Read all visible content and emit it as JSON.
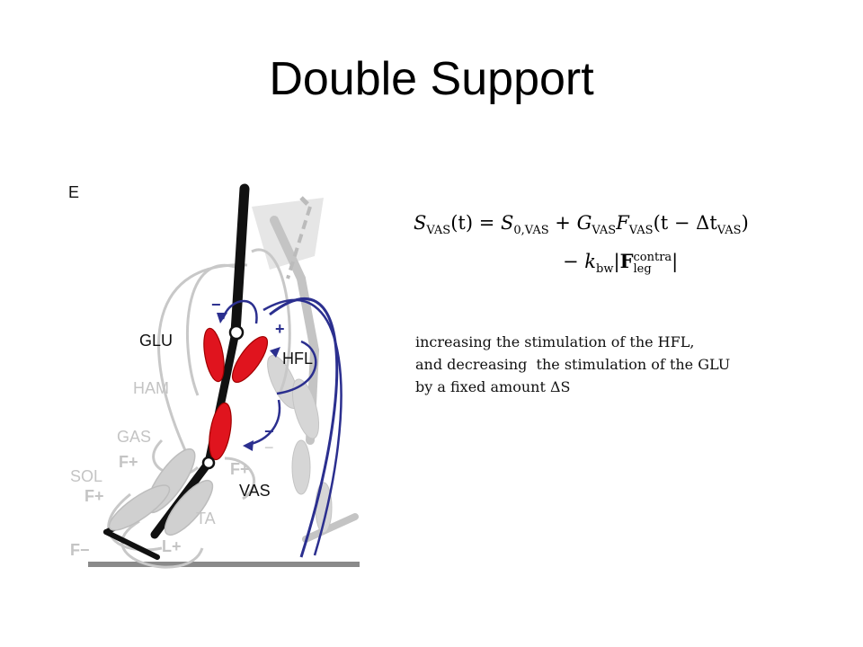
{
  "slide": {
    "title": "Double Support"
  },
  "figure": {
    "panel_label": "E",
    "labels": {
      "glu": "GLU",
      "hfl": "HFL",
      "ham": "HAM",
      "gas": "GAS",
      "sol": "SOL",
      "vas": "VAS",
      "ta": "TA",
      "f_plus_gas": "F+",
      "f_plus_sol": "F+",
      "f_plus_vas": "F+",
      "f_minus": "F−",
      "l_plus": "L+",
      "minus_glu": "−",
      "plus_hfl": "+",
      "minus_vas": "−",
      "minus_vas2": "−"
    },
    "colors": {
      "active_muscle": "#e0141e",
      "inactive": "#c8c8c8",
      "feedback_arrow": "#2b2f8f",
      "skeleton": "#111111",
      "ground": "#8a8a8a"
    }
  },
  "equation": {
    "line1": {
      "lhs": "S",
      "lhs_sub": "VAS",
      "arg": "(t)",
      "eq": "=",
      "s0": "S",
      "s0_sub": "0,VAS",
      "plus": "+",
      "g": "G",
      "g_sub": "VAS",
      "f": "F",
      "f_sub": "VAS",
      "delay": "(t − Δt",
      "delay_sub": "VAS",
      "close": ")"
    },
    "line2": {
      "minus": "−",
      "k": "k",
      "k_sub": "bw",
      "bar_open": "|",
      "F": "F",
      "F_sup": "contra",
      "F_sub": "leg",
      "bar_close": "|"
    }
  },
  "description": {
    "line1": "increasing the stimulation of the HFL,",
    "line2a": "and decreasing",
    "line2b": "the stimulation of the GLU",
    "line3": "by a fixed amount ΔS"
  }
}
